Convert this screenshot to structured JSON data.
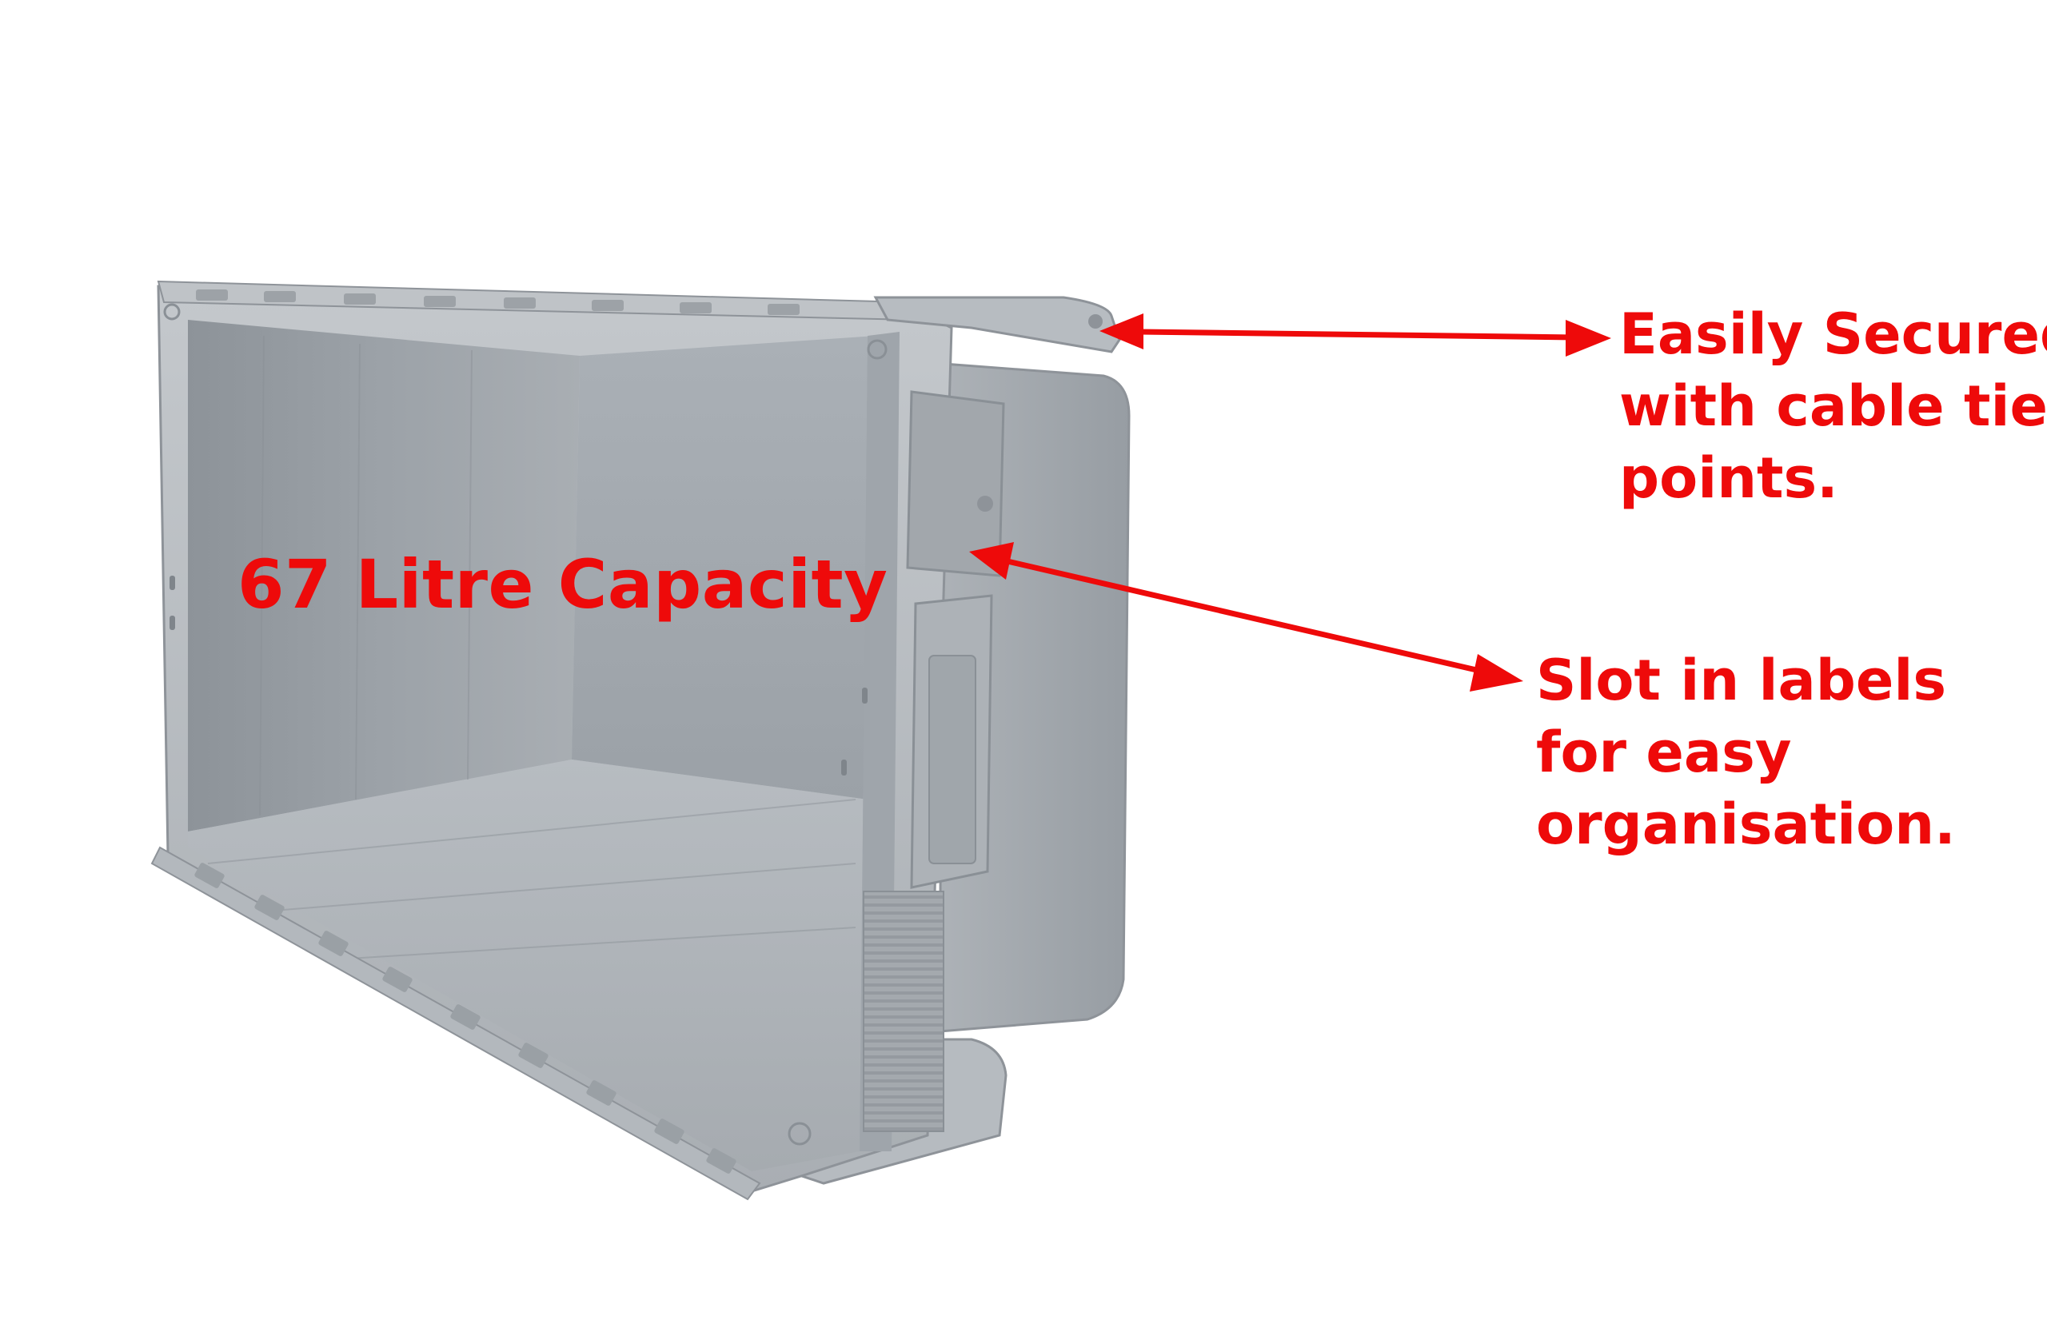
{
  "capacity_label": "67 Litre Capacity",
  "callouts": {
    "secured": {
      "lines": [
        "Easily Secured",
        "with cable tie",
        "points."
      ]
    },
    "slot": {
      "lines": [
        "Slot in labels",
        "for easy",
        "organisation."
      ]
    }
  },
  "colors": {
    "callout_red": "#ee0a0a",
    "crate_grey": "#a3a8ad",
    "background": "#ffffff"
  }
}
